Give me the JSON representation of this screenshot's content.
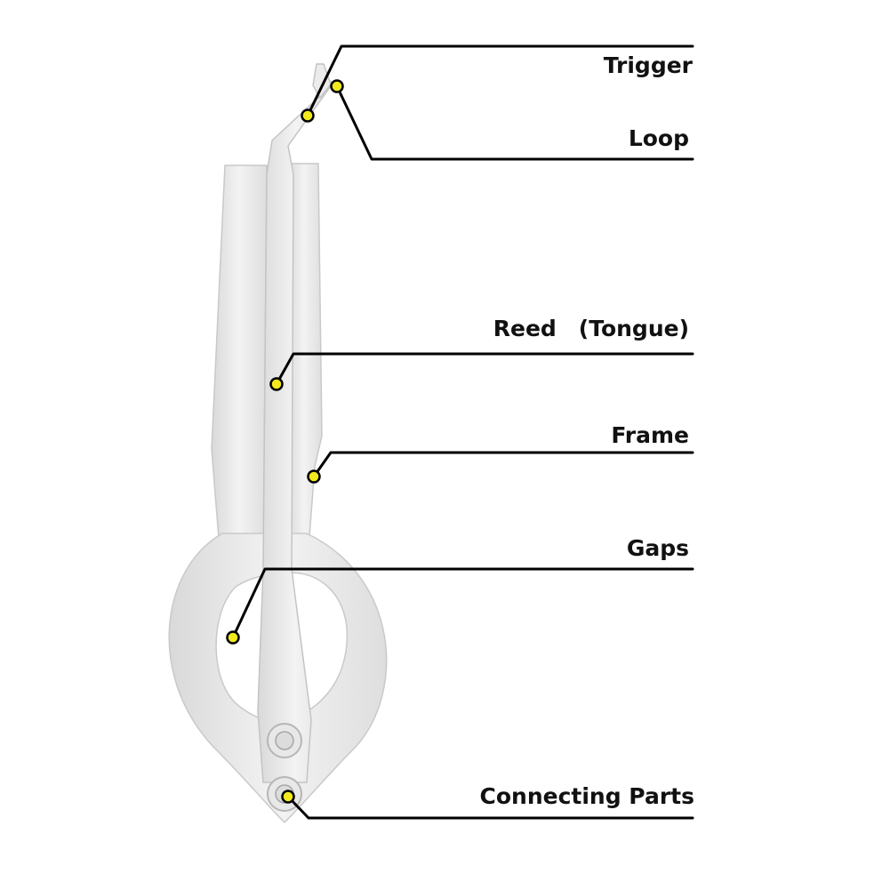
{
  "labels": {
    "trigger": "Trigger",
    "loop": "Loop",
    "reed": "Reed　(Tongue)",
    "frame": "Frame",
    "gaps": "Gaps",
    "connecting": "Connecting Parts"
  },
  "colors": {
    "marker": "#f2ea1d",
    "leader": "#000000",
    "metal": "#e4e4e4"
  }
}
